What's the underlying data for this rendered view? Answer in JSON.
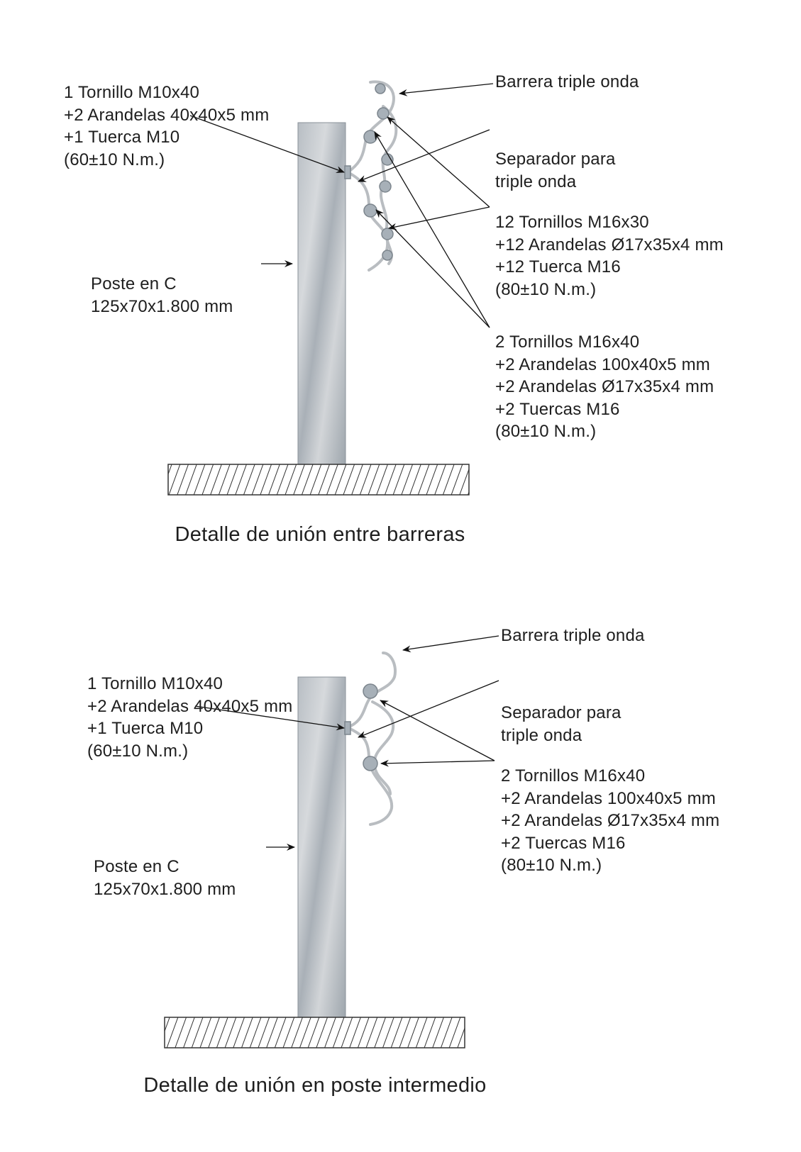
{
  "diagrams": [
    {
      "title": "Detalle de unión entre barreras",
      "labels": {
        "bolt_m10": [
          "1 Tornillo M10x40",
          "+2 Arandelas 40x40x5 mm",
          "+1 Tuerca M10",
          "(60±10 N.m.)"
        ],
        "post": [
          "Poste en C",
          "125x70x1.800 mm"
        ],
        "barrier": [
          "Barrera triple onda"
        ],
        "spacer": [
          "Separador para",
          "triple onda"
        ],
        "bolts_m16x30": [
          "12 Tornillos M16x30",
          "+12 Arandelas Ø17x35x4 mm",
          "+12 Tuerca M16",
          "(80±10 N.m.)"
        ],
        "bolts_m16x40": [
          "2 Tornillos M16x40",
          "+2 Arandelas 100x40x5 mm",
          "+2 Arandelas Ø17x35x4 mm",
          "+2 Tuercas M16",
          "(80±10 N.m.)"
        ]
      }
    },
    {
      "title": "Detalle de unión en poste intermedio",
      "labels": {
        "bolt_m10": [
          "1 Tornillo M10x40",
          "+2 Arandelas 40x40x5 mm",
          "+1 Tuerca M10",
          "(60±10 N.m.)"
        ],
        "post": [
          "Poste en C",
          "125x70x1.800 mm"
        ],
        "barrier": [
          "Barrera triple onda"
        ],
        "spacer": [
          "Separador para",
          "triple onda"
        ],
        "bolts_m16x40": [
          "2 Tornillos M16x40",
          "+2 Arandelas 100x40x5 mm",
          "+2 Arandelas Ø17x35x4 mm",
          "+2 Tuercas M16",
          "(80±10 N.m.)"
        ]
      }
    }
  ]
}
